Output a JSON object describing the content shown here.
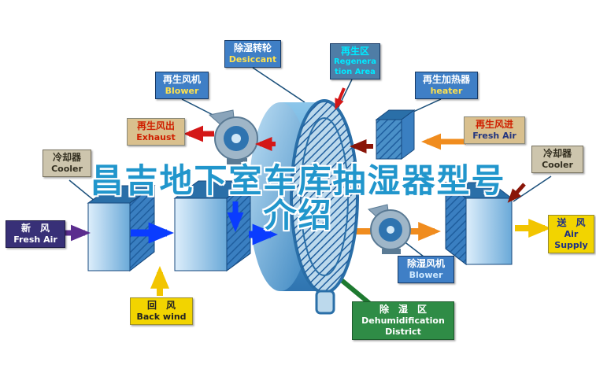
{
  "title": {
    "line1": "昌吉地下室车库抽湿器型号",
    "line2": "介绍"
  },
  "labels": {
    "regen_blower": {
      "zh": "再生风机",
      "en": "Blower"
    },
    "desiccant_wheel": {
      "zh": "除湿转轮",
      "en": "Desiccant"
    },
    "regen_area": {
      "zh": "再生区",
      "en": "Regeneration Area"
    },
    "regen_heater": {
      "zh": "再生加热器",
      "en": "heater"
    },
    "exhaust": {
      "zh": "再生风出",
      "en": "Exhaust"
    },
    "regen_fresh_air": {
      "zh": "再生风进",
      "en": "Fresh Air"
    },
    "cooler_left": {
      "zh": "冷却器",
      "en": "Cooler"
    },
    "cooler_right": {
      "zh": "冷却器",
      "en": "Cooler"
    },
    "fresh_air_inlet": {
      "zh": "新　风",
      "en": "Fresh Air"
    },
    "air_supply": {
      "zh": "送　风",
      "en": "Air Supply"
    },
    "back_wind": {
      "zh": "回　风",
      "en": "Back wind"
    },
    "dehumid_blower": {
      "zh": "除湿风机",
      "en": "Blower"
    },
    "dehumid_district": {
      "zh": "除　湿　区",
      "en_line1": "Dehumidification",
      "en_line2": "District"
    }
  },
  "colors": {
    "label_blue": "#3f7fc6",
    "label_tan": "#d9c08e",
    "label_yellow": "#f2d400",
    "label_green": "#2f8c46",
    "label_navy": "#383077",
    "title_blue": "#2196cc",
    "arrow_blue": "#0a3cff",
    "arrow_orange": "#f08c1e",
    "arrow_red": "#d41717",
    "arrow_dark_red": "#8a1508",
    "arrow_yellow": "#f2c500",
    "arrow_purple": "#5b2d8e",
    "wheel_blue": "#4f9ed2"
  }
}
